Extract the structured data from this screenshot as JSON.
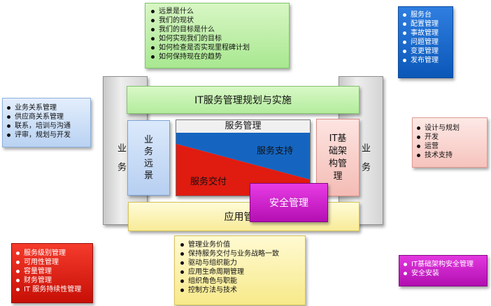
{
  "top_box": {
    "items": [
      "远景是什么",
      "我们的现状",
      "我们的目标是什么",
      "如何实现我们的目标",
      "如何检查是否实现里程碑计划",
      "如何保持现在的趋势"
    ]
  },
  "top_right_box": {
    "items": [
      "服务台",
      "配置管理",
      "事故管理",
      "问题管理",
      "变更管理",
      "发布管理"
    ]
  },
  "left_box": {
    "items": [
      "业务关系管理",
      "供应商关系管理",
      "联系，培训与沟通",
      "评审，规划与开发"
    ]
  },
  "right_box": {
    "items": [
      "设计与规划",
      "开发",
      "运营",
      "技术支持"
    ]
  },
  "bottom_left_box": {
    "items": [
      "服务级别管理",
      "可用性管理",
      "容量管理",
      "财务管理",
      "IT 服务持续性管理"
    ]
  },
  "bottom_box": {
    "items": [
      "管理业务价值",
      "保持服务交付与业务战略一致",
      "驱动与组织能力",
      "应用生命周期管理",
      "组织角色与职能",
      "控制方法与技术"
    ]
  },
  "bottom_right_box": {
    "items": [
      "IT基础架构安全管理",
      "安全安装"
    ]
  },
  "framework": {
    "left_pillar": "业务",
    "right_pillar": "业务",
    "plan_bar": "IT服务管理规划与实施",
    "vision": "业务远景",
    "infra": "IT基础架构管理",
    "service_mgmt_title": "服务管理",
    "service_support": "服务支持",
    "service_delivery": "服务交付",
    "app_mgmt": "应用管理",
    "security": "安全管理"
  },
  "colors": {
    "service_support": "#1565c0",
    "service_delivery": "#e01b10"
  }
}
